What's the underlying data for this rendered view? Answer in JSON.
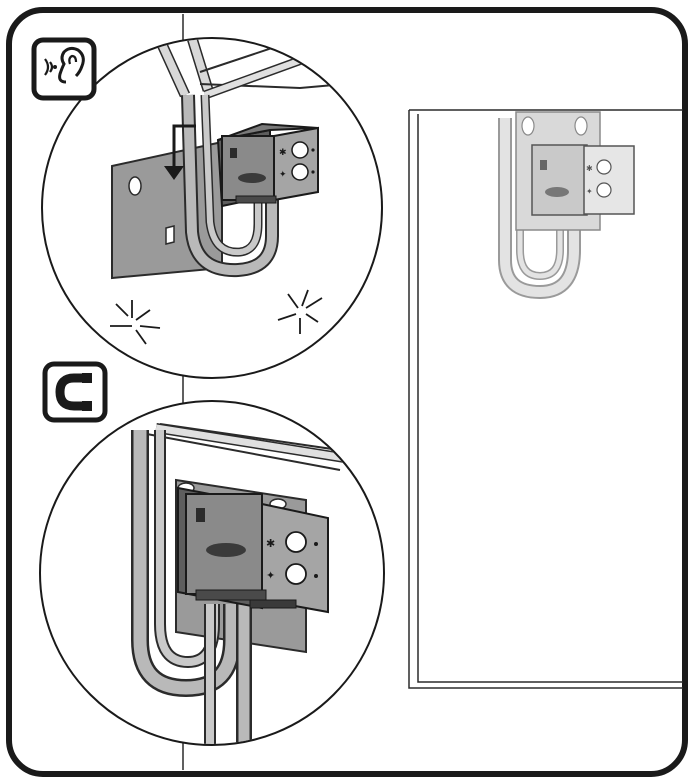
{
  "panel": {
    "frame_color": "#1a1a1a",
    "background": "#ffffff",
    "line_color": "#2b2b2b"
  },
  "icons": {
    "listen": "ear-with-sound-waves",
    "magnet": "horseshoe-magnet"
  },
  "parts": {
    "control_module_fill": "#8a8a8a",
    "control_module_dark": "#5e5e5e",
    "mounting_bracket_fill": "#9a9a9a",
    "hose_fill": "#b9b9b9",
    "ghost_fill": "#d9d9d9",
    "knob_fill": "#ffffff"
  },
  "steps": [
    {
      "name": "hang-module-on-bracket",
      "cue": "listen-for-click"
    },
    {
      "name": "module-held-by-magnet",
      "cue": "magnetic"
    },
    {
      "name": "module-mounted-on-cabinet-wall",
      "cue": "result"
    }
  ]
}
